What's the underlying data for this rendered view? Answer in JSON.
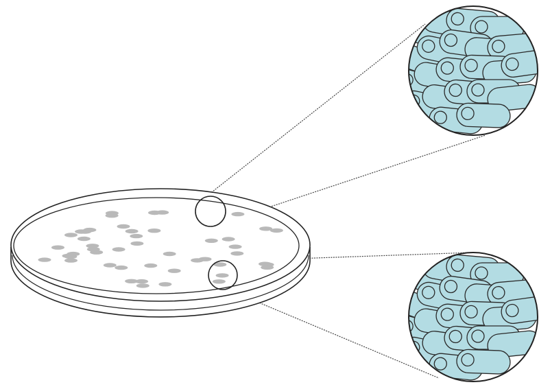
{
  "colors": {
    "background": "#ffffff",
    "outline": "#222222",
    "colony_spot": "#b9b9b9",
    "cell_fill": "#b3dce3",
    "cell_stroke": "#2a2a2a",
    "leader_line": "#444444"
  },
  "dish": {
    "colony_count": 48
  },
  "callouts": [
    {
      "name": "upper-magnified-view",
      "cell_count": 22
    },
    {
      "name": "lower-magnified-view",
      "cell_count": 22
    }
  ]
}
